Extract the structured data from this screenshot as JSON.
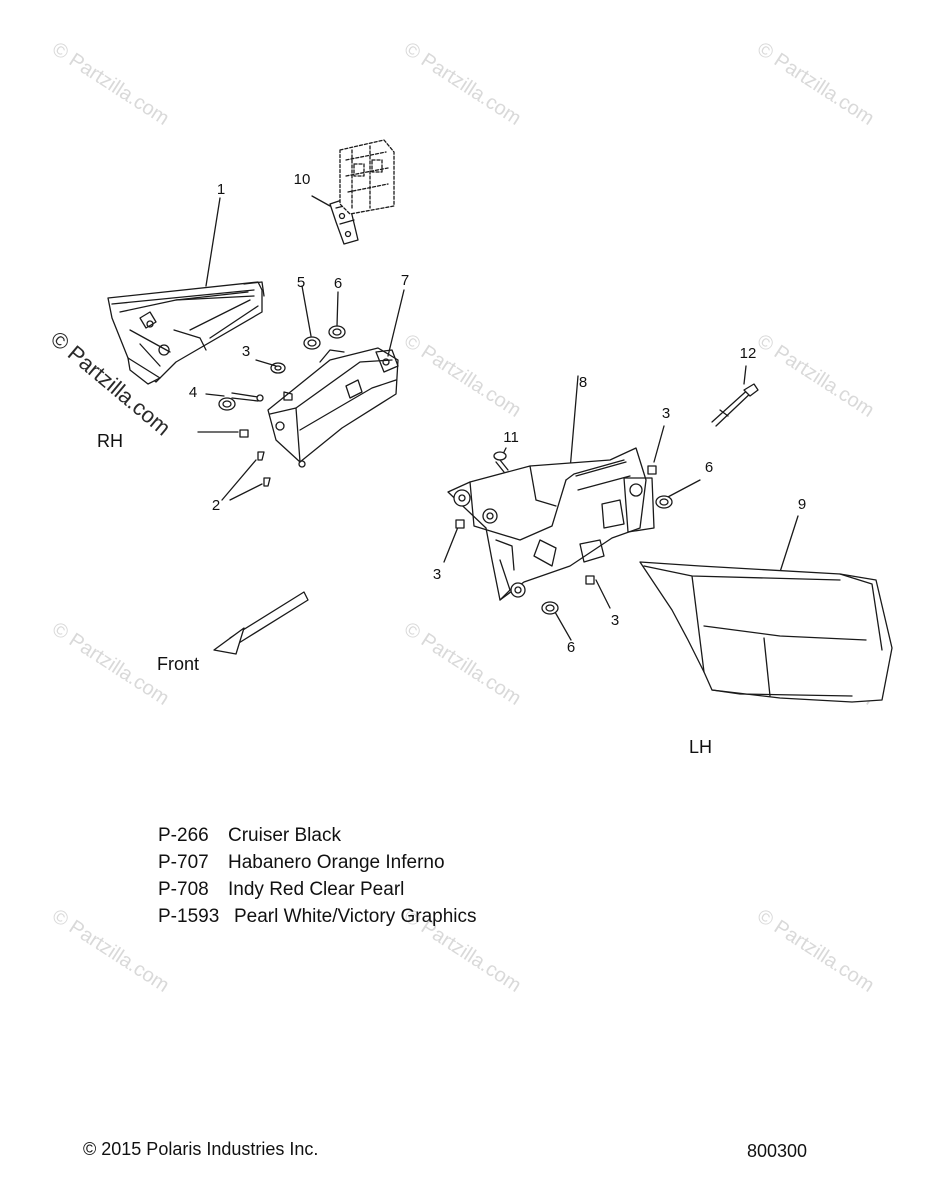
{
  "watermark": "© Partzilla.com",
  "callouts": [
    {
      "id": "c1",
      "label": "1"
    },
    {
      "id": "c10",
      "label": "10"
    },
    {
      "id": "c5",
      "label": "5"
    },
    {
      "id": "c6a",
      "label": "6"
    },
    {
      "id": "c7",
      "label": "7"
    },
    {
      "id": "c3a",
      "label": "3"
    },
    {
      "id": "c4",
      "label": "4"
    },
    {
      "id": "c2",
      "label": "2"
    },
    {
      "id": "c12",
      "label": "12"
    },
    {
      "id": "c11",
      "label": "11"
    },
    {
      "id": "c8",
      "label": "8"
    },
    {
      "id": "c3b",
      "label": "3"
    },
    {
      "id": "c6b",
      "label": "6"
    },
    {
      "id": "c9",
      "label": "9"
    },
    {
      "id": "c3c",
      "label": "3"
    },
    {
      "id": "c3d",
      "label": "3"
    },
    {
      "id": "c6c",
      "label": "6"
    }
  ],
  "labels": {
    "rh": "RH",
    "lh": "LH",
    "front": "Front"
  },
  "paint_codes": [
    {
      "code": "P-266",
      "name": "Cruiser Black"
    },
    {
      "code": "P-707",
      "name": "Habanero Orange Inferno"
    },
    {
      "code": "P-708",
      "name": "Indy Red Clear Pearl"
    },
    {
      "code": "P-1593",
      "name": "Pearl White/Victory Graphics"
    }
  ],
  "footer": {
    "copyright": "© 2015 Polaris Industries Inc.",
    "diagram_number": "800300"
  }
}
